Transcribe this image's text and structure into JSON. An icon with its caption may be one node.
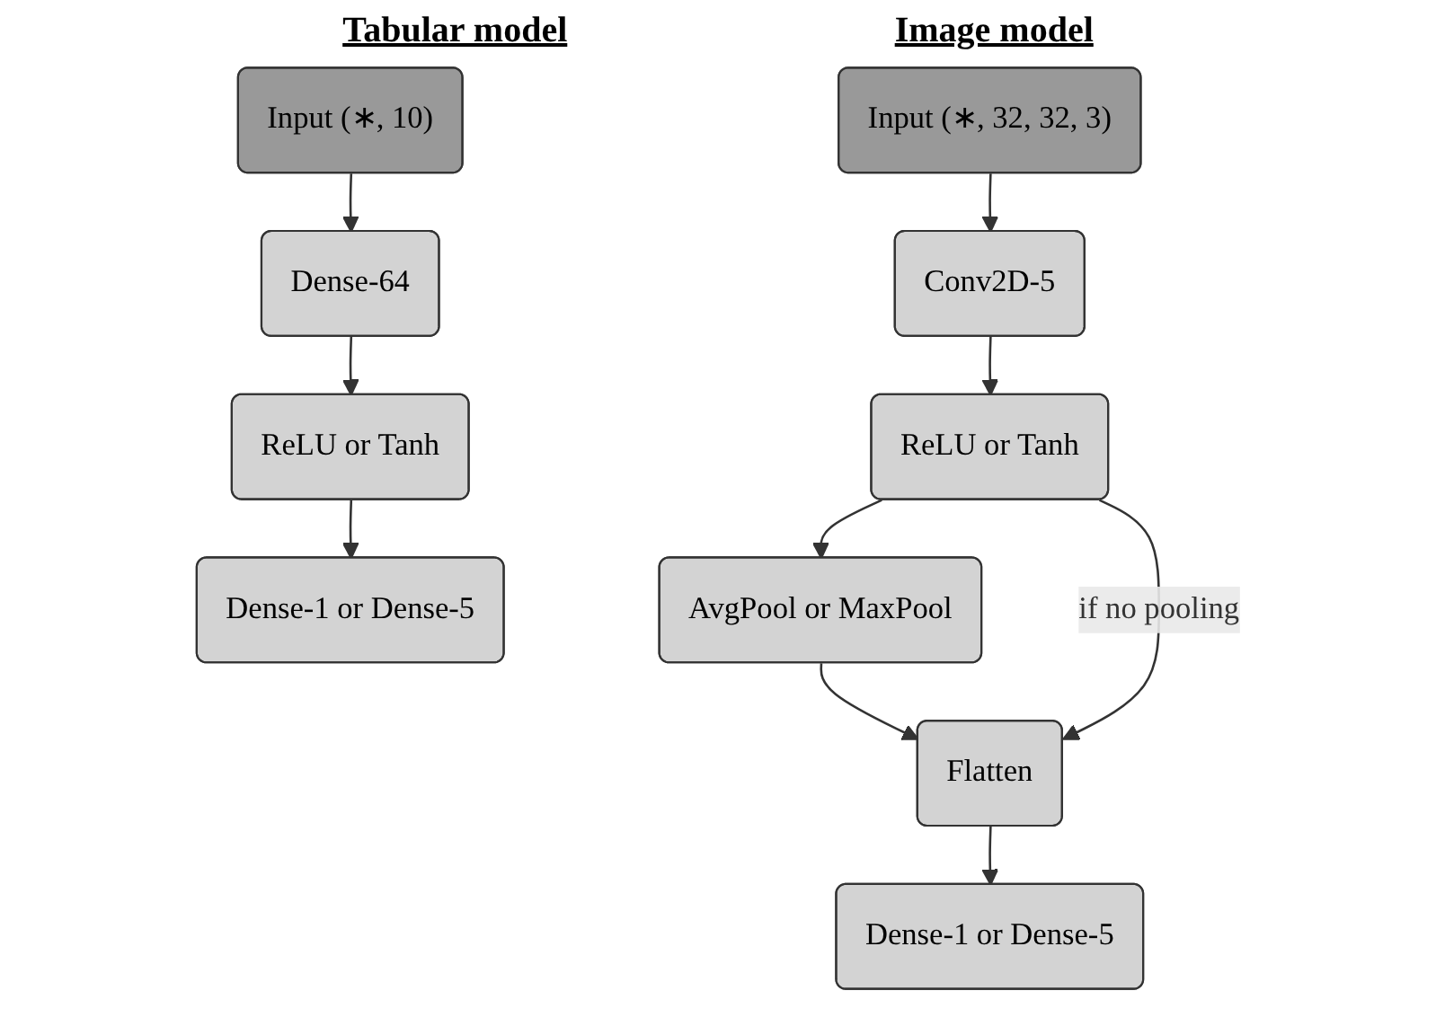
{
  "diagram": {
    "nodes": [
      {
        "text": [
          "Input (∗, 10)"
        ]
      },
      {
        "text": [
          "Dense-64"
        ]
      },
      {
        "text": [
          "ReLU or Tanh"
        ]
      },
      {
        "text": [
          "Dense-1 or Dense-5"
        ]
      },
      {
        "text": [
          "Input (∗, 32, 32, 3)"
        ]
      },
      {
        "text": [
          "Conv2D-5"
        ]
      },
      {
        "text": [
          "ReLU or Tanh"
        ]
      },
      {
        "text": [
          "AvgPool or MaxPool"
        ]
      },
      {
        "text": [
          "Flatten"
        ]
      },
      {
        "text": [
          "Dense-1 or Dense-5"
        ]
      }
    ],
    "edges": [
      {
        "from": 0,
        "to": 1,
        "arrow": "to"
      },
      {
        "from": 1,
        "to": 2,
        "arrow": "to"
      },
      {
        "from": 2,
        "to": 3,
        "arrow": "to"
      },
      {
        "from": 4,
        "to": 5,
        "arrow": "to"
      },
      {
        "from": 5,
        "to": 6,
        "arrow": "to"
      },
      {
        "from": 6,
        "to": 7,
        "arrow": "to"
      },
      {
        "from": 7,
        "to": 8,
        "arrow": "to"
      },
      {
        "from": 6,
        "to": 8,
        "arrow": "to",
        "label": "if no pooling"
      },
      {
        "from": 8,
        "to": 9,
        "arrow": "to"
      }
    ],
    "labels": [
      "Tabular model",
      "Image model"
    ]
  }
}
